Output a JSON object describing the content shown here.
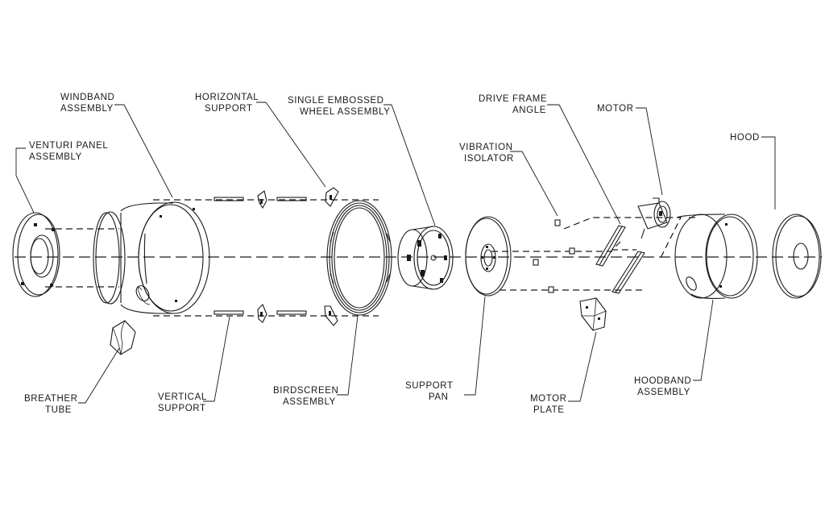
{
  "diagram": {
    "labels": {
      "venturi": [
        "VENTURI PANEL",
        "ASSEMBLY"
      ],
      "windband": [
        "WINDBAND",
        "ASSEMBLY"
      ],
      "horizontal": [
        "HORIZONTAL",
        "SUPPORT"
      ],
      "wheel": [
        "SINGLE EMBOSSED",
        "WHEEL ASSEMBLY"
      ],
      "isolator": [
        "VIBRATION",
        "ISOLATOR"
      ],
      "driveframe": [
        "DRIVE FRAME",
        "ANGLE"
      ],
      "motor": [
        "MOTOR"
      ],
      "hood": [
        "HOOD"
      ],
      "breather": [
        "BREATHER",
        "TUBE"
      ],
      "vertical": [
        "VERTICAL",
        "SUPPORT"
      ],
      "birdscreen": [
        "BIRDSCREEN",
        "ASSEMBLY"
      ],
      "supportpan": [
        "SUPPORT",
        "PAN"
      ],
      "motorplate": [
        "MOTOR",
        "PLATE"
      ],
      "hoodband": [
        "HOODBAND",
        "ASSEMBLY"
      ]
    }
  }
}
